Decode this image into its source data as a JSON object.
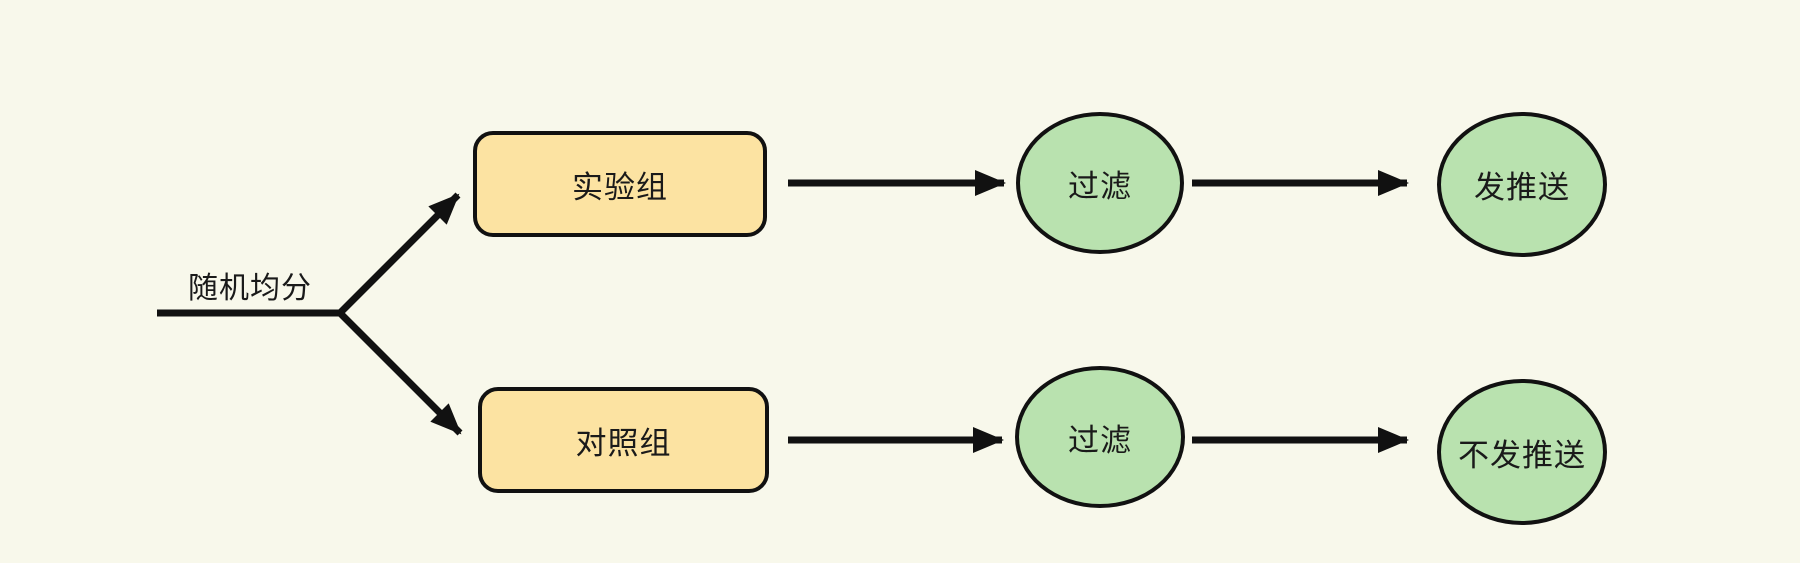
{
  "colors": {
    "background": "#F8F8EB",
    "box_fill": "#FCE3A2",
    "circle_fill": "#B9E2AF",
    "stroke": "#111111"
  },
  "diagram": {
    "branch_label": "随机均分",
    "rows": [
      {
        "box": "实验组",
        "circle1": "过滤",
        "circle2": "发推送"
      },
      {
        "box": "对照组",
        "circle1": "过滤",
        "circle2": "不发推送"
      }
    ],
    "edges": [
      {
        "from": "split-point",
        "to": "experiment-box"
      },
      {
        "from": "split-point",
        "to": "control-box"
      },
      {
        "from": "experiment-box",
        "to": "filter-top-circle"
      },
      {
        "from": "filter-top-circle",
        "to": "push-circle"
      },
      {
        "from": "control-box",
        "to": "filter-bottom-circle"
      },
      {
        "from": "filter-bottom-circle",
        "to": "no-push-circle"
      }
    ]
  }
}
